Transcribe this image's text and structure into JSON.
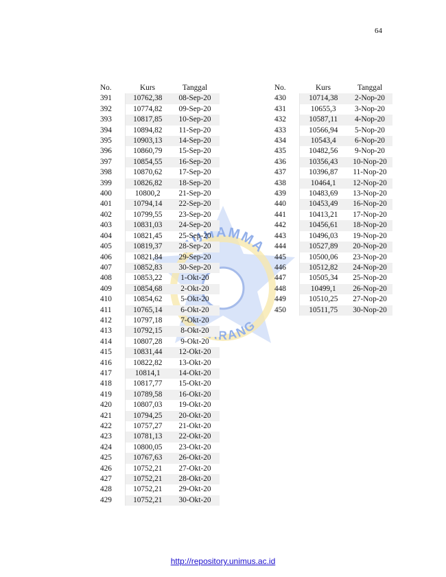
{
  "page_number": "64",
  "columns": {
    "no": "No.",
    "kurs": "Kurs",
    "tanggal": "Tanggal"
  },
  "left_rows": [
    [
      "391",
      "10762,38",
      "08-Sep-20"
    ],
    [
      "392",
      "10774,82",
      "09-Sep-20"
    ],
    [
      "393",
      "10817,85",
      "10-Sep-20"
    ],
    [
      "394",
      "10894,82",
      "11-Sep-20"
    ],
    [
      "395",
      "10903,13",
      "14-Sep-20"
    ],
    [
      "396",
      "10860,79",
      "15-Sep-20"
    ],
    [
      "397",
      "10854,55",
      "16-Sep-20"
    ],
    [
      "398",
      "10870,62",
      "17-Sep-20"
    ],
    [
      "399",
      "10826,82",
      "18-Sep-20"
    ],
    [
      "400",
      "10800,2",
      "21-Sep-20"
    ],
    [
      "401",
      "10794,14",
      "22-Sep-20"
    ],
    [
      "402",
      "10799,55",
      "23-Sep-20"
    ],
    [
      "403",
      "10831,03",
      "24-Sep-20"
    ],
    [
      "404",
      "10821,45",
      "25-Sep-20"
    ],
    [
      "405",
      "10819,37",
      "28-Sep-20"
    ],
    [
      "406",
      "10821,84",
      "29-Sep-20"
    ],
    [
      "407",
      "10852,83",
      "30-Sep-20"
    ],
    [
      "408",
      "10853,22",
      "1-Okt-20"
    ],
    [
      "409",
      "10854,68",
      "2-Okt-20"
    ],
    [
      "410",
      "10854,62",
      "5-Okt-20"
    ],
    [
      "411",
      "10765,14",
      "6-Okt-20"
    ],
    [
      "412",
      "10797,18",
      "7-Okt-20"
    ],
    [
      "413",
      "10792,15",
      "8-Okt-20"
    ],
    [
      "414",
      "10807,28",
      "9-Okt-20"
    ],
    [
      "415",
      "10831,44",
      "12-Okt-20"
    ],
    [
      "416",
      "10822,82",
      "13-Okt-20"
    ],
    [
      "417",
      "10814,1",
      "14-Okt-20"
    ],
    [
      "418",
      "10817,77",
      "15-Okt-20"
    ],
    [
      "419",
      "10789,58",
      "16-Okt-20"
    ],
    [
      "420",
      "10807,03",
      "19-Okt-20"
    ],
    [
      "421",
      "10794,25",
      "20-Okt-20"
    ],
    [
      "422",
      "10757,27",
      "21-Okt-20"
    ],
    [
      "423",
      "10781,13",
      "22-Okt-20"
    ],
    [
      "424",
      "10800,05",
      "23-Okt-20"
    ],
    [
      "425",
      "10767,63",
      "26-Okt-20"
    ],
    [
      "426",
      "10752,21",
      "27-Okt-20"
    ],
    [
      "427",
      "10752,21",
      "28-Okt-20"
    ],
    [
      "428",
      "10752,21",
      "29-Okt-20"
    ],
    [
      "429",
      "10752,21",
      "30-Okt-20"
    ]
  ],
  "right_rows": [
    [
      "430",
      "10714,38",
      "2-Nop-20"
    ],
    [
      "431",
      "10655,3",
      "3-Nop-20"
    ],
    [
      "432",
      "10587,11",
      "4-Nop-20"
    ],
    [
      "433",
      "10566,94",
      "5-Nop-20"
    ],
    [
      "434",
      "10543,4",
      "6-Nop-20"
    ],
    [
      "435",
      "10482,56",
      "9-Nop-20"
    ],
    [
      "436",
      "10356,43",
      "10-Nop-20"
    ],
    [
      "437",
      "10396,87",
      "11-Nop-20"
    ],
    [
      "438",
      "10464,1",
      "12-Nop-20"
    ],
    [
      "439",
      "10483,69",
      "13-Nop-20"
    ],
    [
      "440",
      "10453,49",
      "16-Nop-20"
    ],
    [
      "441",
      "10413,21",
      "17-Nop-20"
    ],
    [
      "442",
      "10456,61",
      "18-Nop-20"
    ],
    [
      "443",
      "10496,03",
      "19-Nop-20"
    ],
    [
      "444",
      "10527,89",
      "20-Nop-20"
    ],
    [
      "445",
      "10500,06",
      "23-Nop-20"
    ],
    [
      "446",
      "10512,82",
      "24-Nop-20"
    ],
    [
      "447",
      "10505,34",
      "25-Nop-20"
    ],
    [
      "448",
      "10499,1",
      "26-Nop-20"
    ],
    [
      "449",
      "10510,25",
      "27-Nop-20"
    ],
    [
      "450",
      "10511,75",
      "30-Nop-20"
    ]
  ],
  "watermark": {
    "text_top": "MUHAMMA",
    "text_bottom": "ARANG",
    "color": "#3a6fd8",
    "accent": "#e8c23a"
  },
  "footer_link": "http://repository.unimus.ac.id"
}
